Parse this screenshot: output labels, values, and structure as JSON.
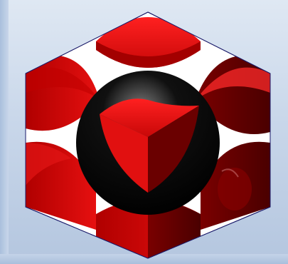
{
  "scene": {
    "subject": "bcc-unit-cell-model",
    "colors": {
      "background_top": "#dfe8f3",
      "background_bottom": "#b4c6df",
      "hexagon_fill": "#ffffff",
      "corner_atom": "#e01010",
      "corner_atom_dark": "#6a0000",
      "center_atom": "#000000",
      "edge": "#1a1a6a"
    },
    "corner_atom_count": 8,
    "center_atom_count": 1
  }
}
